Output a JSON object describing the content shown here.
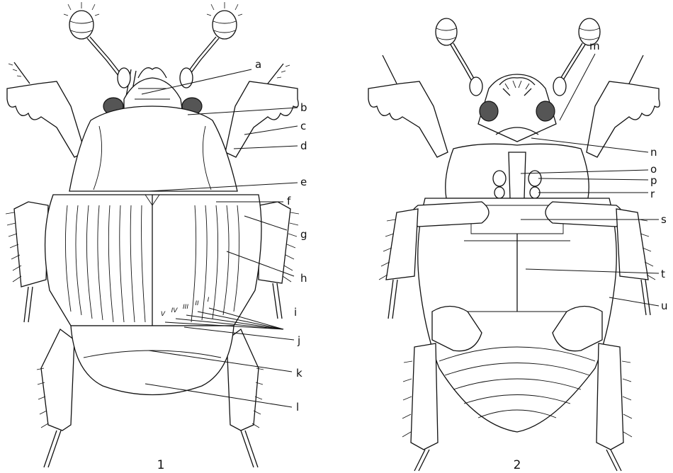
{
  "figure1": {
    "number": "1",
    "labels": {
      "a": "a",
      "b": "b",
      "c": "c",
      "d": "d",
      "e": "e",
      "f": "f",
      "g": "g",
      "h": "h",
      "i": "i",
      "j": "j",
      "k": "k",
      "l": "l"
    },
    "striae": [
      "V",
      "IV",
      "III",
      "II",
      "I"
    ]
  },
  "figure2": {
    "number": "2",
    "labels": {
      "m": "m",
      "n": "n",
      "o": "o",
      "p": "p",
      "r": "r",
      "s": "s",
      "t": "t",
      "u": "u"
    }
  }
}
